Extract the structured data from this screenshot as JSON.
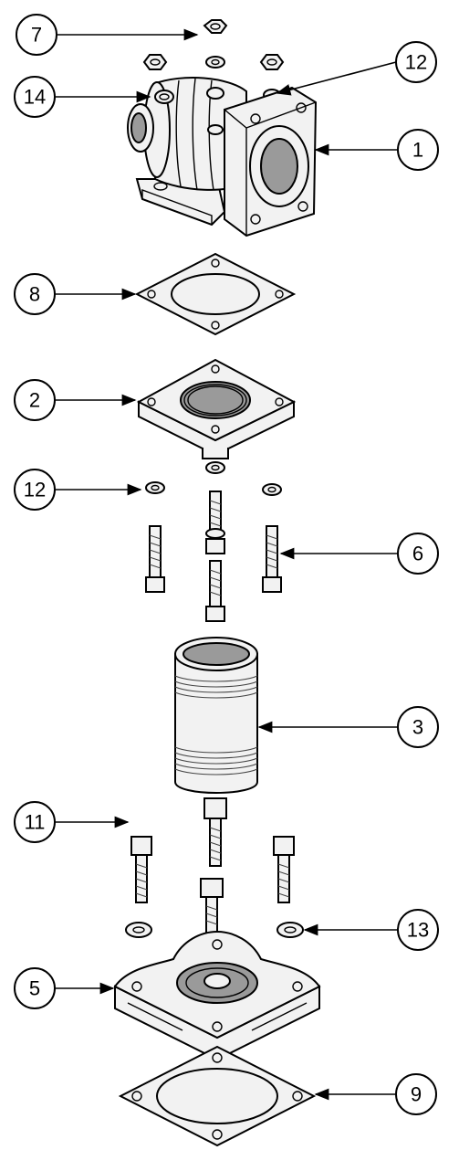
{
  "callouts": [
    {
      "id": "c7",
      "label": "7"
    },
    {
      "id": "c12a",
      "label": "12"
    },
    {
      "id": "c14",
      "label": "14"
    },
    {
      "id": "c1",
      "label": "1"
    },
    {
      "id": "c8",
      "label": "8"
    },
    {
      "id": "c2",
      "label": "2"
    },
    {
      "id": "c12b",
      "label": "12"
    },
    {
      "id": "c6",
      "label": "6"
    },
    {
      "id": "c3",
      "label": "3"
    },
    {
      "id": "c11",
      "label": "11"
    },
    {
      "id": "c13",
      "label": "13"
    },
    {
      "id": "c5",
      "label": "5"
    },
    {
      "id": "c9",
      "label": "9"
    }
  ]
}
